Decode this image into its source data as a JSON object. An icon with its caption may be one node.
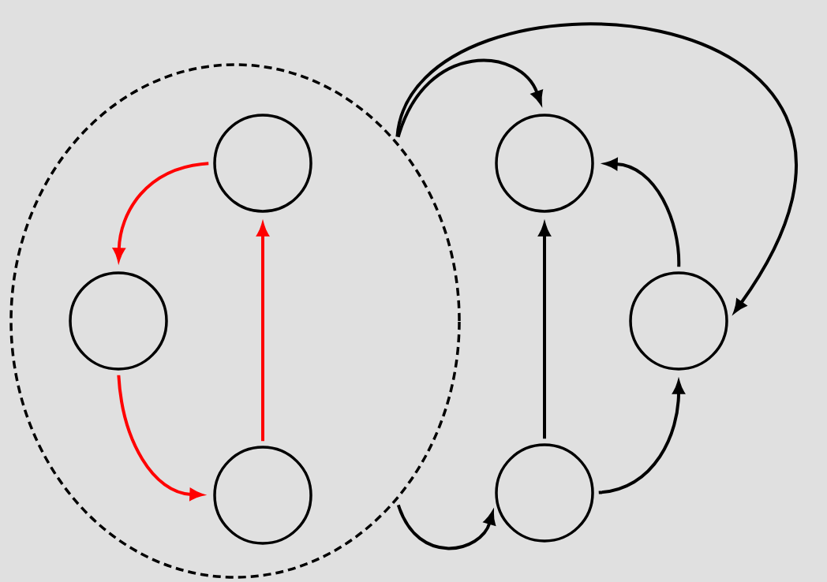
{
  "diagram": {
    "nodes": [
      {
        "text": [],
        "shape": "ellipse"
      },
      {
        "text": [],
        "shape": "circle",
        "in": 0
      },
      {
        "text": [],
        "shape": "circle",
        "in": 0
      },
      {
        "text": [],
        "shape": "circle",
        "in": 0
      },
      {
        "text": [],
        "shape": "circle"
      },
      {
        "text": [],
        "shape": "circle"
      },
      {
        "text": [],
        "shape": "circle"
      }
    ],
    "edges": [
      {
        "from": 1,
        "to": 2,
        "arrow": "to",
        "color": "#ff0000"
      },
      {
        "from": 2,
        "to": 3,
        "arrow": "to",
        "color": "#ff0000"
      },
      {
        "from": 3,
        "to": 1,
        "arrow": "to",
        "color": "#ff0000"
      },
      {
        "from": 0,
        "to": 4,
        "arrow": "to"
      },
      {
        "from": 0,
        "to": 5,
        "arrow": "to"
      },
      {
        "from": 0,
        "to": 6,
        "arrow": "to"
      },
      {
        "from": 6,
        "to": 4,
        "arrow": "to"
      },
      {
        "from": 6,
        "to": 5,
        "arrow": "to"
      },
      {
        "from": 5,
        "to": 4,
        "arrow": "to"
      }
    ]
  }
}
